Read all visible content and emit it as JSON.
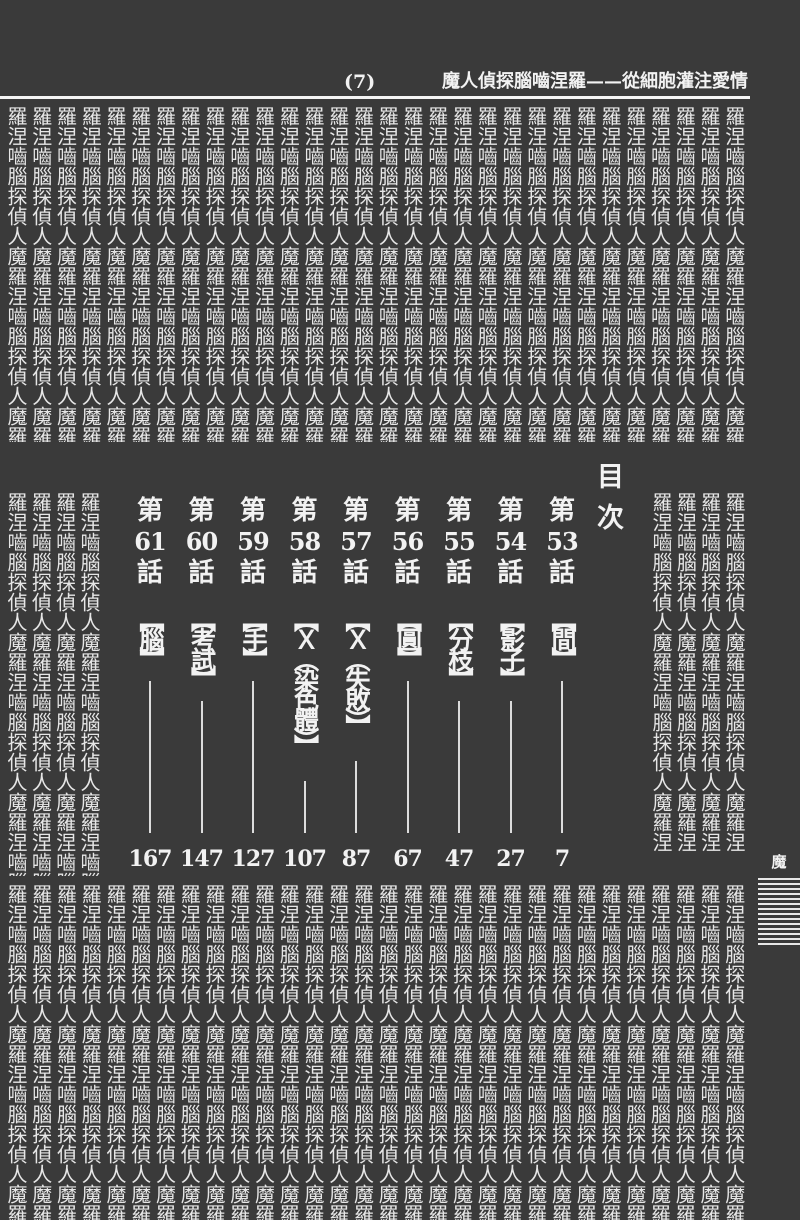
{
  "header": {
    "page_number": "(7)",
    "running_title": "魔人偵探腦嚙涅羅——從細胞灌注愛情"
  },
  "pattern": {
    "column_text": "羅涅嚙腦探偵人魔羅涅嚙腦探偵人魔羅涅嚙腦探偵人魔羅涅嚙腦探偵人魔"
  },
  "toc": {
    "heading": "目次",
    "entries": [
      {
        "chapter_prefix": "第",
        "chapter_number": "53",
        "chapter_suffix": "話",
        "title": "【間】",
        "page": "7"
      },
      {
        "chapter_prefix": "第",
        "chapter_number": "54",
        "chapter_suffix": "話",
        "title": "【影子】",
        "page": "27"
      },
      {
        "chapter_prefix": "第",
        "chapter_number": "55",
        "chapter_suffix": "話",
        "title": "【分枝】",
        "page": "47"
      },
      {
        "chapter_prefix": "第",
        "chapter_number": "56",
        "chapter_suffix": "話",
        "title": "【圓】",
        "page": "67"
      },
      {
        "chapter_prefix": "第",
        "chapter_number": "57",
        "chapter_suffix": "話",
        "title": "【Ｘ（失敗）】",
        "page": "87"
      },
      {
        "chapter_prefix": "第",
        "chapter_number": "58",
        "chapter_suffix": "話",
        "title": "【Ｘ（染色體）】",
        "page": "107"
      },
      {
        "chapter_prefix": "第",
        "chapter_number": "59",
        "chapter_suffix": "話",
        "title": "【手】",
        "page": "127"
      },
      {
        "chapter_prefix": "第",
        "chapter_number": "60",
        "chapter_suffix": "話",
        "title": "【考試】",
        "page": "147"
      },
      {
        "chapter_prefix": "第",
        "chapter_number": "61",
        "chapter_suffix": "話",
        "title": "【腦】",
        "page": "167"
      }
    ]
  },
  "side_tab": {
    "label": "魔"
  }
}
